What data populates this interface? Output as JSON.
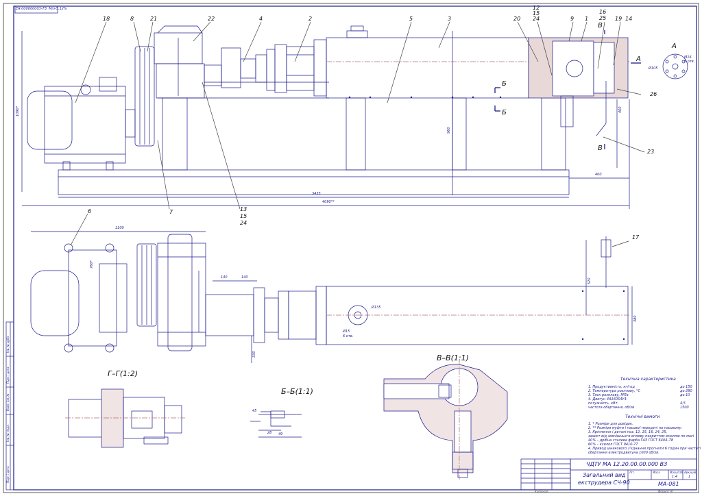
{
  "stamp_top": "ЕЯ.000000003-ТЗ. Міл-5.12%",
  "main_view": {
    "callouts": [
      "18",
      "8",
      "21",
      "22",
      "4",
      "2",
      "5",
      "3",
      "20",
      "12",
      "15",
      "24",
      "9",
      "1",
      "16",
      "25",
      "19",
      "14",
      "26",
      "23",
      "7",
      "13",
      "15",
      "24"
    ],
    "section_marks": {
      "b1": "Б",
      "b2": "Б",
      "v1": "В",
      "v2": "В",
      "a": "А"
    },
    "dims": {
      "height_left": "1090*",
      "depth_mid": "960",
      "right_h": "400",
      "span_3435": "3435",
      "span_4090": "4090**",
      "right_400": "400"
    }
  },
  "detail_a": {
    "label": "А",
    "note1": "М16",
    "note2": "6 отв.",
    "dia": "Ø105"
  },
  "plan_view": {
    "callouts": [
      "6",
      "17"
    ],
    "dims": {
      "width_top": "1100",
      "h_760": "760*",
      "d_140a": "140",
      "d_140b": "140",
      "h_520": "520",
      "h_380": "380",
      "d_330": "330",
      "dia_flange": "Ø135",
      "holes": "Ø15",
      "holes2": "6 отв."
    }
  },
  "sections": {
    "g_title": "Г–Г(1:2)",
    "b_title": "Б–Б(1:1)",
    "v_title": "В–В(1:1)",
    "b_dims": {
      "d45": "45",
      "d28": "28",
      "d49": "49"
    }
  },
  "tech_char": {
    "title": "Технічна характеристика",
    "rows": [
      {
        "k": "1. Продуктивність, кг/год",
        "v": "до 150"
      },
      {
        "k": "2. Температура розплаву, °С",
        "v": "до 280"
      },
      {
        "k": "3. Тиск розплаву, МПа",
        "v": "до 10"
      },
      {
        "k": "4. Двигун 4А160S4У4:",
        "v": ""
      },
      {
        "k": "     потужність, кВт",
        "v": "4,5"
      },
      {
        "k": "     частота обертання, об/хв",
        "v": "1500"
      }
    ]
  },
  "tech_req": {
    "title": "Технічні вимоги",
    "lines": [
      "1. * Розміри для довідок.",
      "2. ** Розміри муфти і пасової передачі на пасовому.",
      "3. Кріплення і деталі поз. 12, 15, 16, 24, 25,",
      "   захист від зовнішнього впливу покриттям емаллю по масі",
      "   40% – дрібна сталева фарба ГАЗ ГОСТ 6404–78",
      "   60% – ксилол ГОСТ 9410-77",
      "4. Привод шнекового з'єднання прогнати 6 годин при частоті",
      "   обертання електродвигуна 1000 об/хв."
    ]
  },
  "title_block": {
    "code": "ЧДТУ МА 12.20.00.00.000 ВЗ",
    "name1": "Загальний вид",
    "name2": "екструдера СЧ-90",
    "org": "МА-081",
    "lit": "Літ.",
    "mass": "Маса",
    "scale": "Масштаб",
    "scale_val": "1:4",
    "sheet": "Аркуш",
    "sheets": "Аркушів",
    "sheets_val": "1"
  },
  "side_strip": [
    "Інв. № дубл.",
    "Підп. і дата",
    "Взам. інв. №",
    "Інв. № подл.",
    "Підп. і дата"
  ],
  "bottom_labels": [
    "Копіював",
    "Формат А1"
  ]
}
